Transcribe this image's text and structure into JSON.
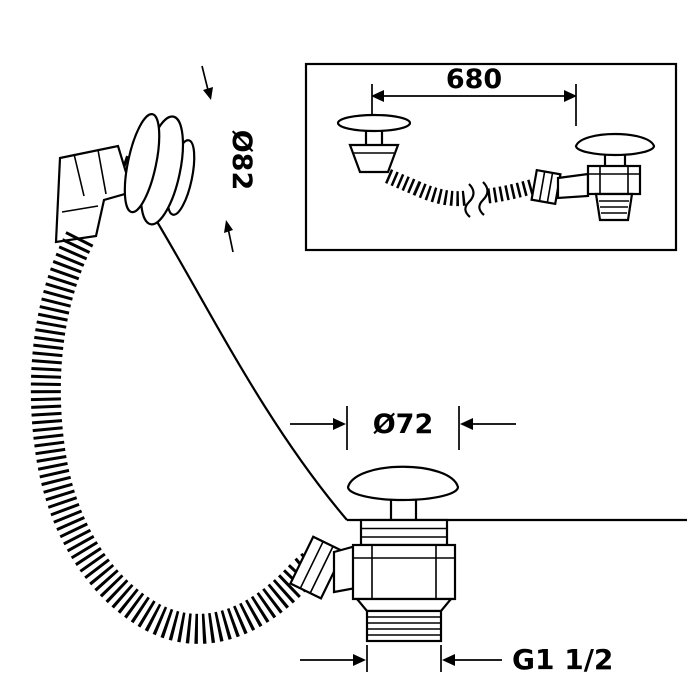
{
  "labels": {
    "assembly_length": "680",
    "overflow_diameter": "Ø82",
    "waste_diameter": "Ø72",
    "thread_size": "G1 1/2"
  },
  "colors": {
    "line": "#000000",
    "background": "#ffffff"
  }
}
